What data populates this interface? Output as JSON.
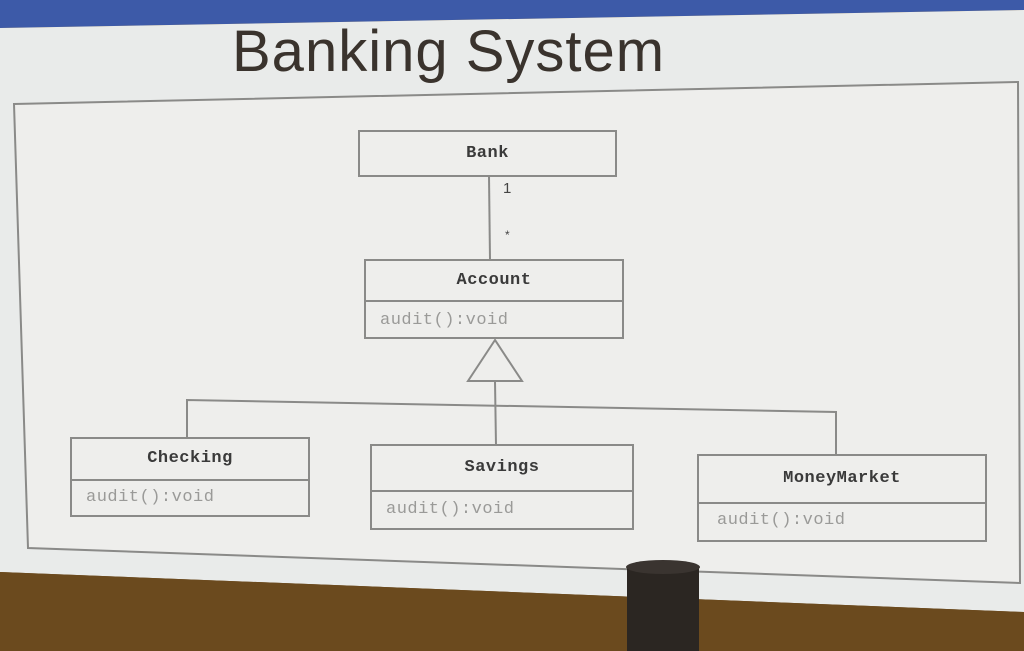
{
  "slide": {
    "title": "Banking System"
  },
  "diagram": {
    "classes": {
      "bank": {
        "name": "Bank"
      },
      "account": {
        "name": "Account",
        "method": "audit():void"
      },
      "checking": {
        "name": "Checking",
        "method": "audit():void"
      },
      "savings": {
        "name": "Savings",
        "method": "audit():void"
      },
      "money_market": {
        "name": "MoneyMarket",
        "method": "audit():void"
      }
    },
    "association": {
      "bank_multiplicity": "1",
      "account_multiplicity": "*"
    },
    "relationships": [
      {
        "type": "association",
        "from": "Bank",
        "to": "Account"
      },
      {
        "type": "generalization",
        "from": "Checking",
        "to": "Account"
      },
      {
        "type": "generalization",
        "from": "Savings",
        "to": "Account"
      },
      {
        "type": "generalization",
        "from": "MoneyMarket",
        "to": "Account"
      }
    ]
  },
  "colors": {
    "screen": "#e9ebea",
    "frame_bg": "#eeeeec",
    "line": "#8a8a88",
    "top_bar": "#3d5aa8",
    "floor": "#6b4a1e"
  }
}
